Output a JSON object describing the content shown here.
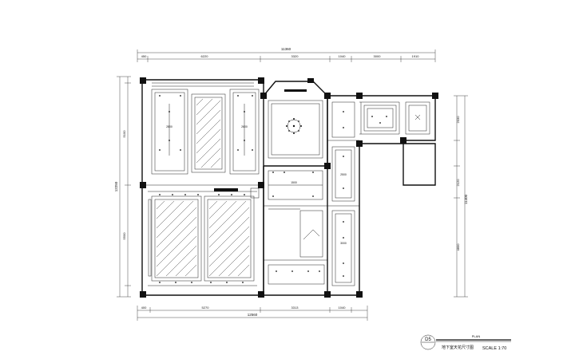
{
  "dimensions": {
    "top_total": "11360",
    "top_segments": [
      "450",
      "6220",
      "3320",
      "1040",
      "3000",
      "1910"
    ],
    "bottom_total": "12560",
    "bottom_segments": [
      "400",
      "5270",
      "3313",
      "1040"
    ],
    "left_total": "12250",
    "left_segments": [
      "5100",
      "5500"
    ],
    "right_segments": [
      "2030",
      "2120",
      "4800"
    ],
    "right_total": "11400"
  },
  "ceiling_labels": [
    "2800",
    "2600",
    "2500",
    "3000",
    "1500"
  ],
  "title_block": {
    "sheet_no": "D5",
    "plan_label": "PLAN",
    "drawing_title": "地下室天花尺寸图",
    "scale": "SCALE 1:70"
  }
}
